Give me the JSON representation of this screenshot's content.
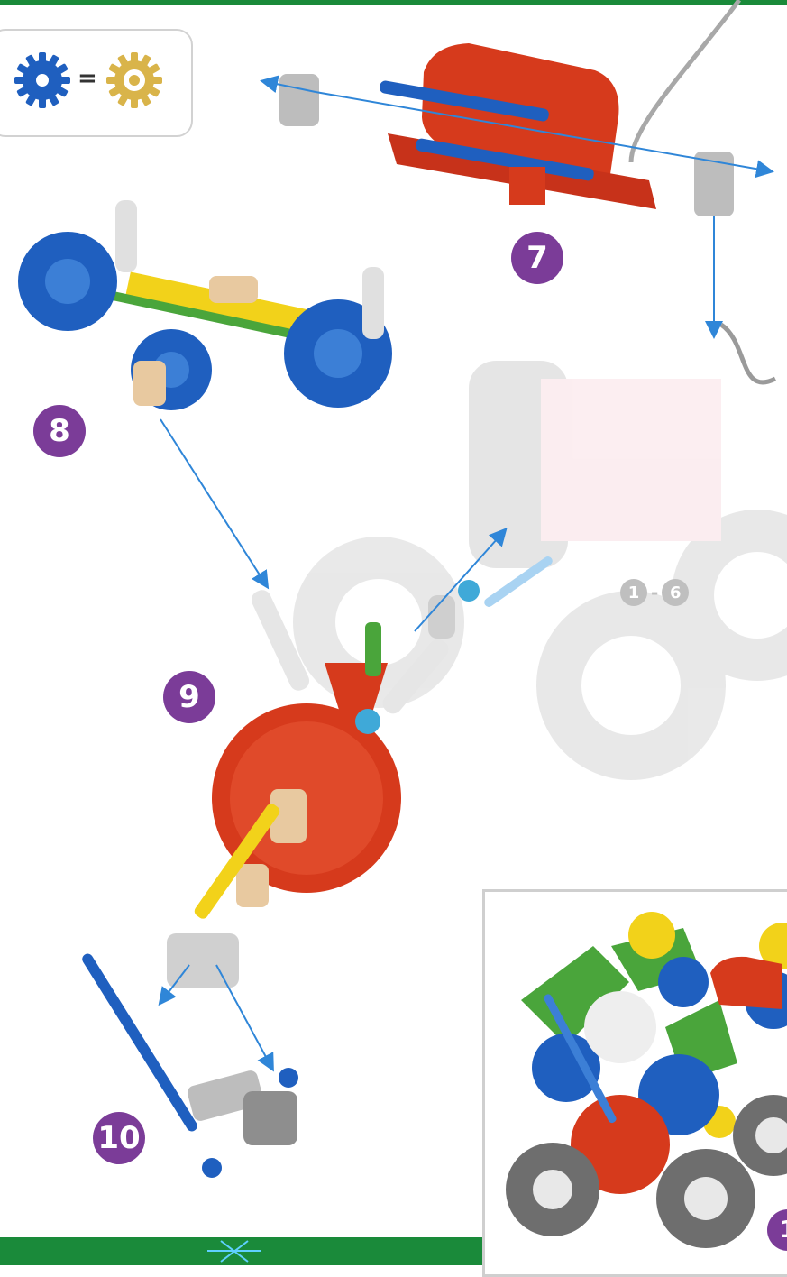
{
  "legend": {
    "equals": "="
  },
  "steps": [
    {
      "number": "7"
    },
    {
      "number": "8"
    },
    {
      "number": "9"
    },
    {
      "number": "10"
    },
    {
      "number": "1"
    }
  ],
  "reference": {
    "from": "1",
    "dash": "-",
    "to": "6"
  },
  "colors": {
    "frame_green": "#1a8a3a",
    "step_purple": "#7b3c98",
    "arrow_blue": "#2f86d8",
    "part_blue": "#1f5fbf",
    "part_red": "#d63a1c",
    "part_yellow": "#f2d21a",
    "part_gold": "#d9b44a",
    "part_grey": "#bdbdbd",
    "part_tan": "#e8c9a0"
  }
}
